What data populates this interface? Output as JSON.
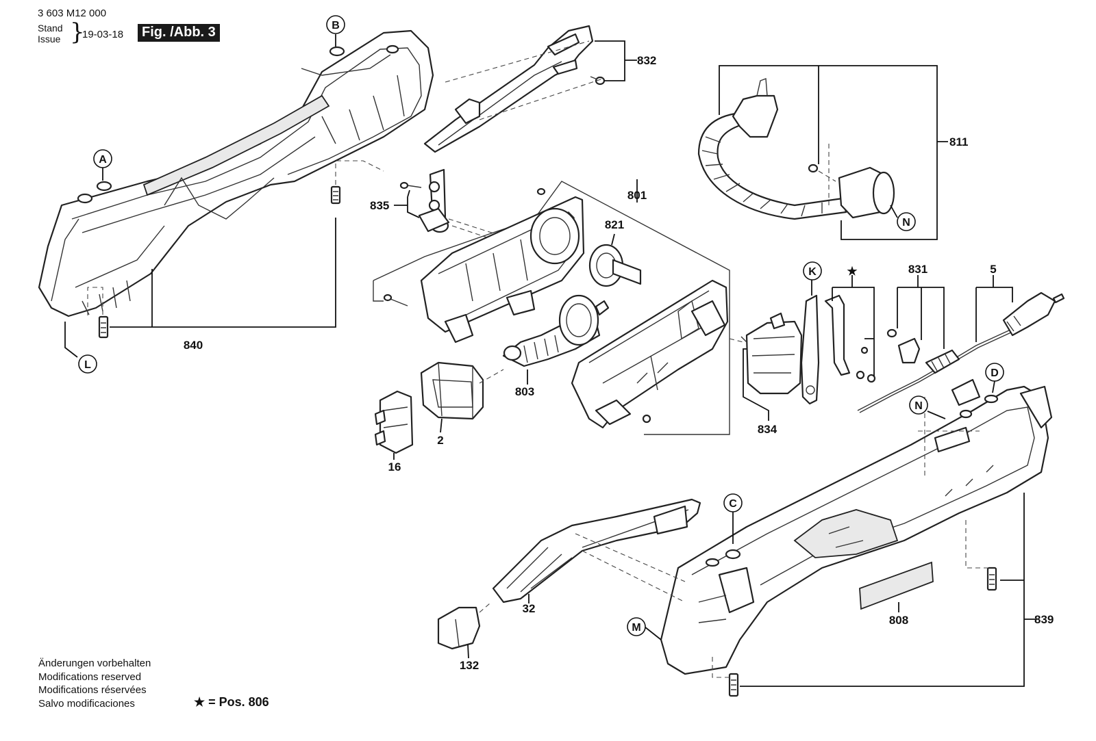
{
  "header": {
    "part_number": "3 603 M12 000",
    "stand_issue": [
      "Stand",
      "Issue"
    ],
    "date": "19-03-18",
    "figure_label": "Fig. /Abb. 3"
  },
  "callouts": {
    "A": "A",
    "B": "B",
    "C": "C",
    "D": "D",
    "K": "K",
    "L": "L",
    "M": "M",
    "N1": "N",
    "N2": "N",
    "star": "★"
  },
  "part_labels": {
    "p832": "832",
    "p811": "811",
    "p835": "835",
    "p801": "801",
    "p821": "821",
    "p840": "840",
    "p803": "803",
    "p2": "2",
    "p16": "16",
    "p834": "834",
    "p831": "831",
    "p5": "5",
    "p32": "32",
    "p132": "132",
    "p808": "808",
    "p839": "839"
  },
  "footer": {
    "lines": [
      "Änderungen vorbehalten",
      "Modifications reserved",
      "Modifications réservées",
      "Salvo modificaciones"
    ],
    "star_note": "★ = Pos. 806"
  },
  "colors": {
    "line": "#222222",
    "label_bg": "#1a1a1a",
    "label_text": "#ffffff"
  }
}
